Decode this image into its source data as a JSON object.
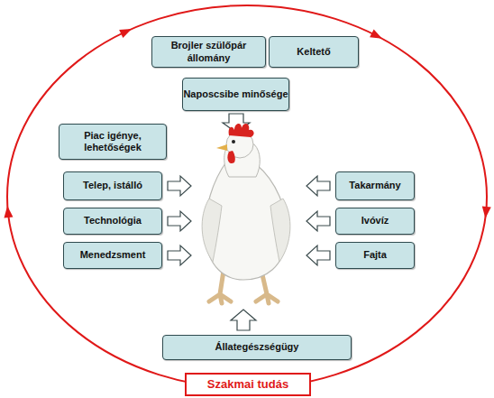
{
  "diagram": {
    "nodes": [
      {
        "text": [
          "Brojler szülőpár állomány"
        ]
      },
      {
        "text": [
          "Keltető"
        ]
      },
      {
        "text": [
          "Naposcsibe minősége"
        ]
      },
      {
        "text": [
          "Piac igénye, lehetőségek"
        ]
      },
      {
        "text": [
          "Telep, istálló"
        ]
      },
      {
        "text": [
          "Technológia"
        ]
      },
      {
        "text": [
          "Menedzsment"
        ]
      },
      {
        "text": [
          "Takarmány"
        ]
      },
      {
        "text": [
          "Ivóvíz"
        ]
      },
      {
        "text": [
          "Fajta"
        ]
      },
      {
        "text": [
          "Állategészségügy"
        ]
      },
      {
        "text": [
          "Szakmai tudás"
        ]
      }
    ]
  }
}
